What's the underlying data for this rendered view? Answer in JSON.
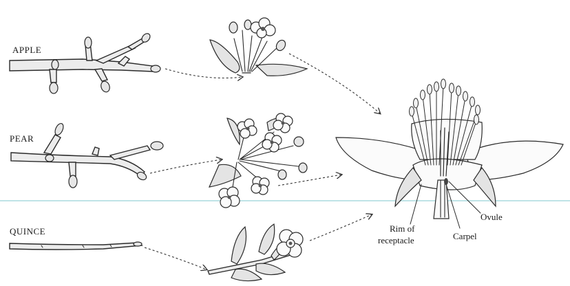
{
  "specimens": [
    {
      "id": "apple",
      "label": "APPLE"
    },
    {
      "id": "pear",
      "label": "PEAR"
    },
    {
      "id": "quince",
      "label": "QUINCE"
    }
  ],
  "flower_parts": {
    "ovule": "Ovule",
    "rim_line1": "Rim of",
    "rim_line2": "receptacle",
    "carpel": "Carpel"
  }
}
